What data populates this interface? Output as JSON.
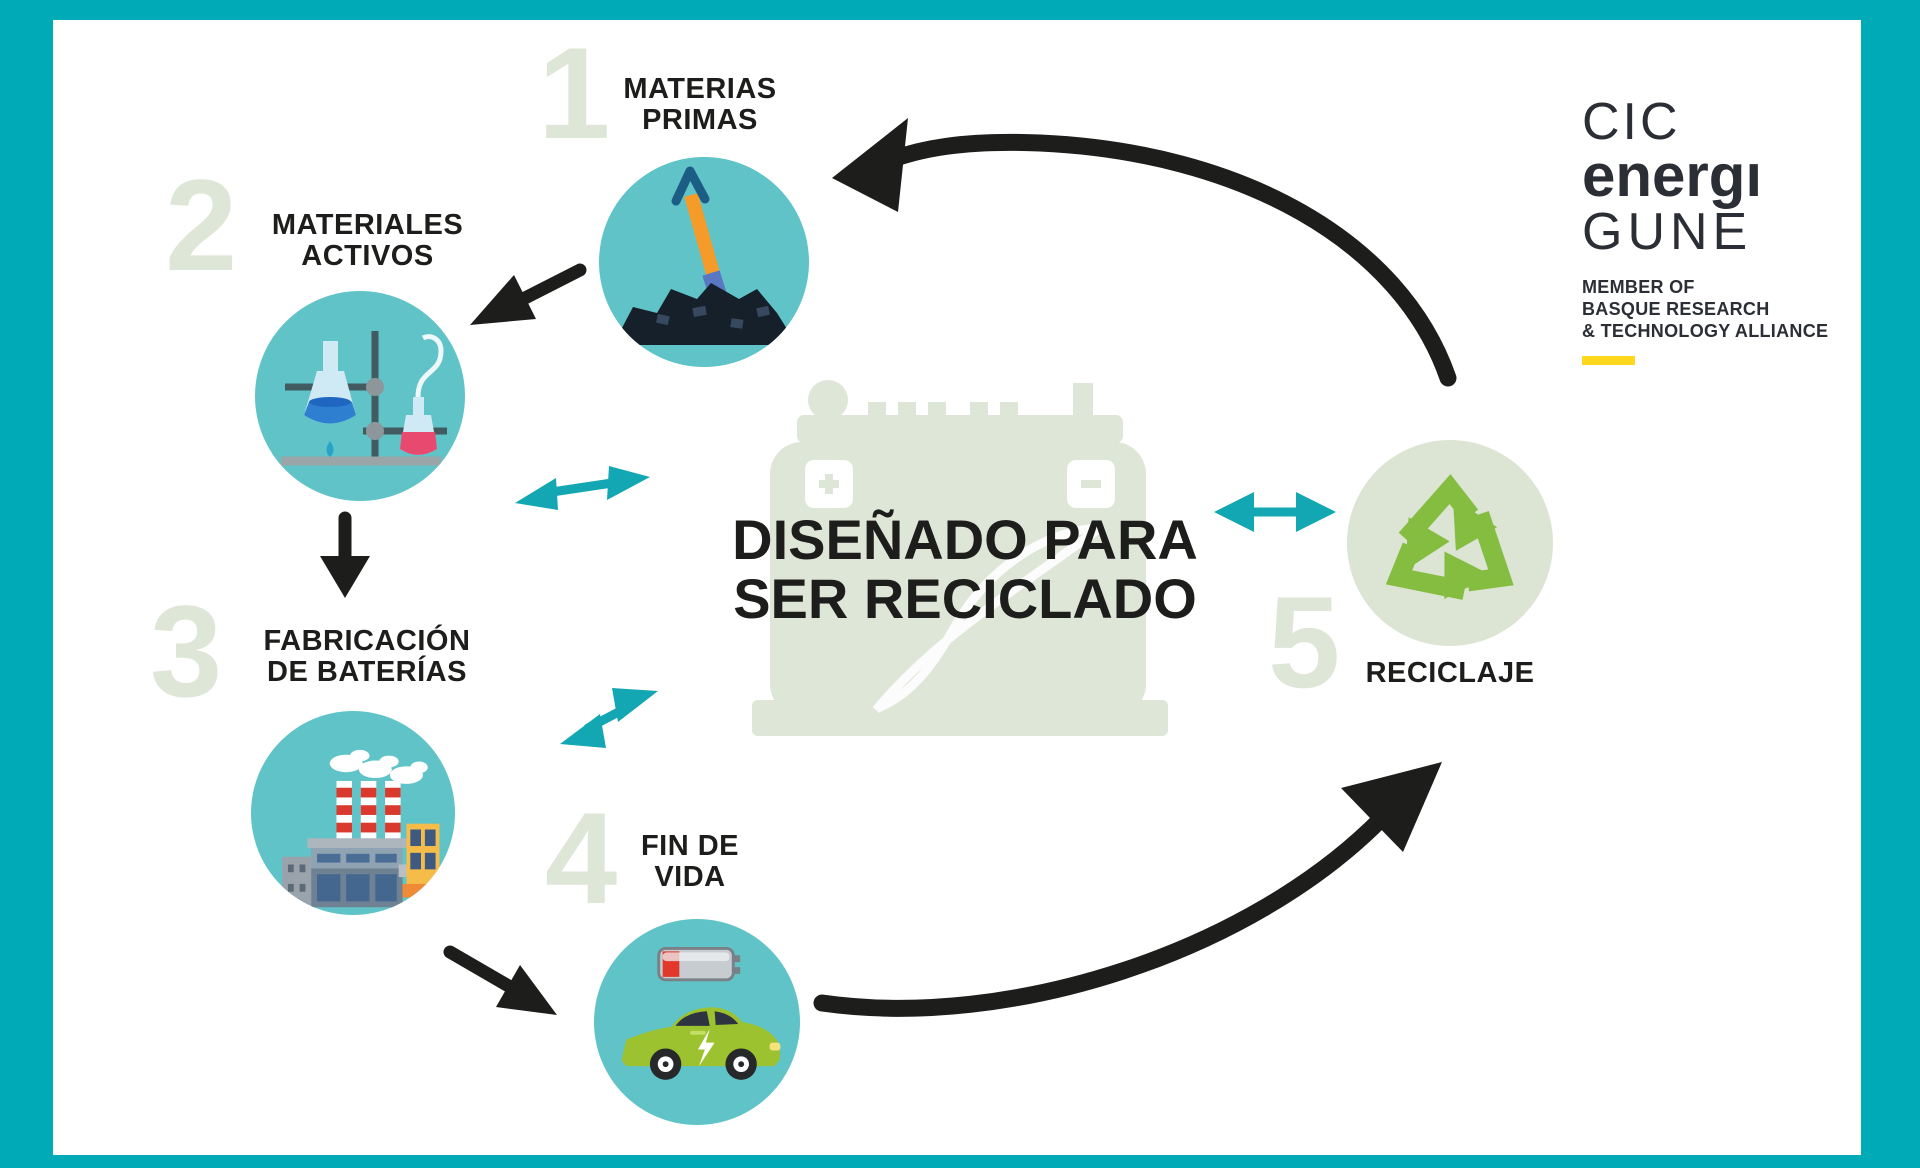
{
  "title": {
    "line1": "DISEÑADO PARA",
    "line2": "SER RECICLADO"
  },
  "steps": [
    {
      "number": "1",
      "line1": "MATERIAS",
      "line2": "PRIMAS",
      "icon": "shovel-raw-materials"
    },
    {
      "number": "2",
      "line1": "MATERIALES",
      "line2": "ACTIVOS",
      "icon": "chemistry-lab"
    },
    {
      "number": "3",
      "line1": "FABRICACIÓN",
      "line2": "DE BATERÍAS",
      "icon": "factory"
    },
    {
      "number": "4",
      "line1": "FIN DE",
      "line2": "VIDA",
      "icon": "electric-car-battery"
    },
    {
      "number": "5",
      "line1": "RECICLAJE",
      "line2": "",
      "icon": "recycle-symbol"
    }
  ],
  "logo": {
    "line1": "CIC",
    "line2": "energı",
    "line3": "GUNE",
    "tag_line1": "MEMBER OF",
    "tag_line2": "BASQUE RESEARCH",
    "tag_line3": "& TECHNOLOGY ALLIANCE"
  },
  "colors": {
    "frame_border": "#00aab7",
    "step_circle_teal": "#5fc3c8",
    "sage_accent": "#dee6d8",
    "teal_arrows": "#12a7b2",
    "black_arrows_text": "#1d1d1b",
    "recycle_green": "#85bd41",
    "logo_yellow": "#ffd71c"
  }
}
